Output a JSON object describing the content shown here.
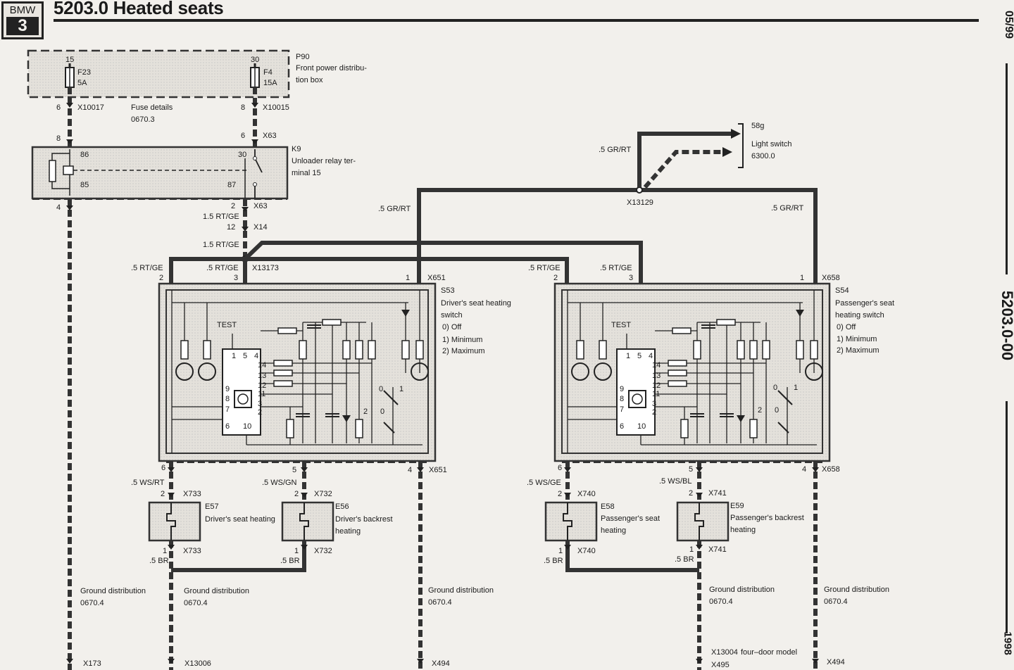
{
  "header": {
    "brand": "BMW",
    "model": "3",
    "title": "5203.0 Heated seats"
  },
  "sidebar": {
    "date": "05/99",
    "doc_number": "5203.0-00",
    "year": "1998"
  },
  "power_box": {
    "id": "P90",
    "line1": "Front power distribu-",
    "line2": "tion box",
    "fuse_left": {
      "pin_top": "15",
      "name": "F23",
      "rating": "5A",
      "pin_bottom": "6",
      "connector": "X10017"
    },
    "fuse_right": {
      "pin_top": "30",
      "name": "F4",
      "rating": "15A",
      "pin_bottom": "8",
      "connector": "X10015"
    },
    "fuse_details_line1": "Fuse details",
    "fuse_details_line2": "0670.3"
  },
  "relay": {
    "id": "K9",
    "line1": "Unloader relay ter-",
    "line2": "minal 15",
    "pin_86": "86",
    "pin_85": "85",
    "pin_30": "30",
    "pin_87": "87",
    "in_left": "8",
    "in_right": "6",
    "in_right_conn": "X63",
    "out_left": "4",
    "out_right": "2",
    "out_right_conn": "X63"
  },
  "wires": {
    "w1": "1.5 RT/GE",
    "w1_pin": "12",
    "w1_conn": "X14",
    "w2": "1.5 RT/GE",
    "splice": "X13173",
    "gr_rt_left": ".5 GR/RT",
    "gr_rt_right": ".5 GR/RT",
    "gr_rt_top": ".5 GR/RT",
    "splice_top": "X13129"
  },
  "light_switch": {
    "pin": "58g",
    "line1": "Light switch",
    "line2": "6300.0"
  },
  "s53": {
    "id": "S53",
    "line1": "Driver's seat heating",
    "line2": "switch",
    "opt0": "0)   Off",
    "opt1": "1)   Minimum",
    "opt2": "2)   Maximum",
    "in2_wire": ".5 RT/GE",
    "in2_pin": "2",
    "in3_wire": ".5 RT/GE",
    "in3_pin": "3",
    "in1_pin": "1",
    "in1_conn": "X651",
    "out6_pin": "6",
    "out5_pin": "5",
    "out4_pin": "4",
    "out4_conn": "X651",
    "test": "TEST"
  },
  "s54": {
    "id": "S54",
    "line1": "Passenger's seat",
    "line2": "heating switch",
    "opt0": "0)   Off",
    "opt1": "1)   Minimum",
    "opt2": "2)   Maximum",
    "in2_wire": ".5 RT/GE",
    "in2_pin": "2",
    "in3_wire": ".5 RT/GE",
    "in3_pin": "3",
    "in1_pin": "1",
    "in1_conn": "X658",
    "out6_pin": "6",
    "out5_pin": "5",
    "out4_pin": "4",
    "out4_conn": "X658",
    "test": "TEST"
  },
  "ic": {
    "pins": [
      "1",
      "5",
      "4",
      "14",
      "13",
      "12",
      "11",
      "9",
      "8",
      "7",
      "3",
      "2",
      "6",
      "10"
    ],
    "sw0": "0",
    "sw1": "1",
    "sw2": "2"
  },
  "heaters": {
    "e57": {
      "id": "E57",
      "name": "Driver's seat heating",
      "wire_in": ".5 WS/RT",
      "pin_in": "2",
      "conn_in": "X733",
      "pin_out": "1",
      "wire_out": ".5 BR",
      "conn_out": "X733"
    },
    "e56": {
      "id": "E56",
      "name1": "Driver's backrest",
      "name2": "heating",
      "wire_in": ".5 WS/GN",
      "pin_in": "2",
      "conn_in": "X732",
      "pin_out": "1",
      "wire_out": ".5 BR",
      "conn_out": "X732"
    },
    "e58": {
      "id": "E58",
      "name1": "Passenger's seat",
      "name2": "heating",
      "wire_in": ".5 WS/GE",
      "pin_in": "2",
      "conn_in": "X740",
      "pin_out": "1",
      "wire_out": ".5 BR",
      "conn_out": "X740"
    },
    "e59": {
      "id": "E59",
      "name1": "Passenger's backrest",
      "name2": "heating",
      "wire_in": ".5 WS/BL",
      "pin_in": "2",
      "conn_in": "X741",
      "pin_out": "1",
      "wire_out": ".5 BR",
      "conn_out": "X741"
    }
  },
  "grounds": {
    "g1": {
      "line1": "Ground distribution",
      "line2": "0670.4",
      "conn": "X173"
    },
    "g2": {
      "line1": "Ground distribution",
      "line2": "0670.4",
      "conn": "X13006"
    },
    "g3": {
      "line1": "Ground distribution",
      "line2": "0670.4",
      "conn": "X494"
    },
    "g4": {
      "line1": "Ground distribution",
      "line2": "0670.4",
      "conn": "X13004",
      "note": "four–door model",
      "conn2": "X495"
    },
    "g5": {
      "line1": "Ground distribution",
      "line2": "0670.4",
      "conn": "X494"
    }
  }
}
